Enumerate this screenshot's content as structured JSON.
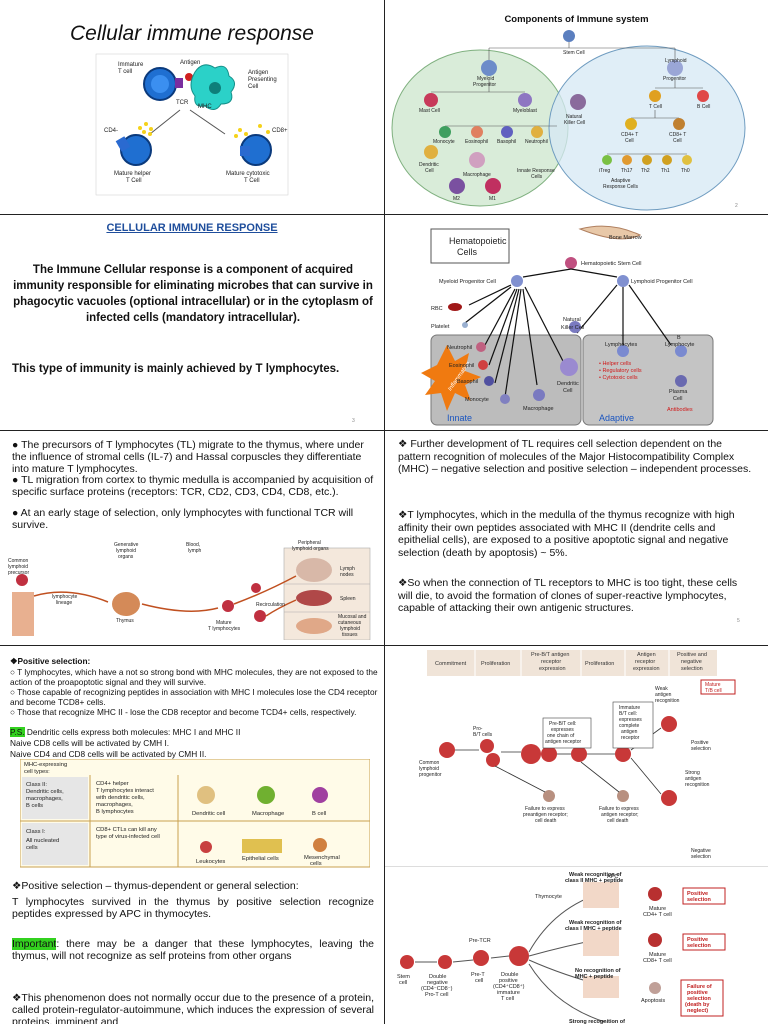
{
  "slide1": {
    "title": "Cellular immune response",
    "labels": {
      "immature": "Immature\nT cell",
      "antigen": "Antigen",
      "apc": "Antigen\nPresenting\nCell",
      "tcr": "TCR",
      "mhc": "MHC",
      "cd4": "CD4",
      "cd8": "CD8+",
      "helper": "Mature helper\nT Cell",
      "cytotoxic": "Mature cytotoxic\nT Cell"
    }
  },
  "slide2": {
    "title": "Components of Immune system",
    "labels": {
      "stem": "Stem Cell",
      "myeloid": "Myeloid\nProgenitor",
      "lymphoid": "Lymphoid\nProgenitor",
      "mast": "Mast Cell",
      "myeloblast": "Myeloblast",
      "nk": "Natural\nKiller Cell",
      "tcell": "T Cell",
      "bcell": "B Cell",
      "monocyte": "Monocyte",
      "eosinophil": "Eosinophil",
      "basophil": "Basophil",
      "neutrophil": "Neutrophil",
      "cd4t": "CD4+ T\nCell",
      "cd8t": "CD8+ T\nCell",
      "dendritic": "Dendritic\nCell",
      "macrophage": "Macrophage",
      "innate": "Innate Response\nCells",
      "itreg": "iTreg",
      "th17": "Th17",
      "th2": "Th2",
      "th1": "Th1",
      "th0": "Th0",
      "adaptive": "Adaptive\nResponse Cells",
      "m2": "M2",
      "m1": "M1"
    }
  },
  "slide3": {
    "heading": "CELLULAR IMMUNE RESPONSE",
    "para1": "The Immune Cellular response is a component of acquired immunity responsible for eliminating microbes that can survive in phagocytic vacuoles (optional intracellular) or in the cytoplasm of infected cells (mandatory intracellular).",
    "para2": "This type of immunity is mainly achieved by T lymphocytes."
  },
  "slide4": {
    "hemato": "Hematopoietic\nCells",
    "bone_marrow": "Bone Marrow",
    "stem": "Hematopoietic Stem Cell",
    "myeloid": "Myeloid Progenitor  Cell",
    "lymphoid": "Lymphoid Progenitor Cell",
    "rbc": "RBC",
    "platelet": "Platelet",
    "nk": "Natural\nKiller Cell",
    "neutrophil": "Neutrophil",
    "eosinophil": "Eosinophil",
    "basophil": "Basophil",
    "monocyte": "Monocyte",
    "dendritic": "Dendritic\nCell",
    "macrophage": "Macrophage",
    "t_lymph": "T\nLymphocytes",
    "b_lymph": "B\nLymphocyte",
    "t_subsets": [
      "Helper cells",
      "Regulatory cells",
      "Cytotoxic cells"
    ],
    "plasma": "Plasma\nCell",
    "antibodies": "Antibodies",
    "innate": "Innate",
    "adaptive": "Adaptive",
    "inflammation": "Inflammation"
  },
  "slide5": {
    "bullets": [
      "● The precursors of T lymphocytes (TL) migrate to the thymus, where under the influence of stromal cells (IL-7) and Hassal corpuscles they differentiate into mature T lymphocytes.",
      "● TL migration from cortex to thymic medulla is accompanied by acquisition of specific surface proteins (receptors: TCR, CD2, CD3, CD4, CD8, etc.).",
      "● At an early stage of selection, only lymphocytes with functional TCR will survive."
    ],
    "diagram": {
      "common": "Common\nlymphoid\nprecursor",
      "lineage": "lymphocyte\nlineage",
      "generative": "Generative\nlymphoid\norgans",
      "blood": "Blood,\nlymph",
      "peripheral": "Peripheral\nlymphoid organs",
      "thymus": "Thymus",
      "mature": "Mature\nT lymphocytes",
      "recirculation": "Recirculation",
      "lymph_nodes": "Lymph\nnodes",
      "spleen": "Spleen",
      "mucosal": "Mucosal and\ncutaneous\nlymphoid\ntissues"
    }
  },
  "slide6": {
    "p1": "❖ Further development of TL requires cell selection dependent on the pattern recognition of molecules of the Major Histocompatibility Complex (MHC) – negative selection and positive selection – independent processes.",
    "p2": "❖T lymphocytes, which in the medulla of the thymus recognize with high affinity their own peptides associated with MHC II (dendrite cells and epithelial cells), are exposed to a positive apoptotic signal and negative selection (death by apoptosis) ~ 5%.",
    "p3": "❖So when the connection of TL receptors to MHC is too tight, these cells will die, to avoid the formation of clones of super-reactive lymphocytes, capable of attacking their own antigenic structures."
  },
  "slide7": {
    "l1": "❖Positive selection:",
    "l2": "○ T lymphocytes, which have a not so strong bond with MHC molecules, they are not exposed to the action of the proapoptotic signal and they will survive.",
    "l3": "○  Those capable of recognizing peptides in association with MHC I molecules lose the CD4 receptor and become TCD8+ cells.",
    "l4": "○  Those that recognize MHC II - lose the CD8 receptor and become TCD4+ cells, respectively.",
    "ps_prefix": "P.S.",
    "ps_text": " Dendritic cells express both molecules: MHC I and MHC II",
    "l6": "Naive CD8 cells will be activated by CMH I.",
    "l7": "Naive CD4 and CD8 cells will be activated by CMH II.",
    "table": {
      "header": "MHC-expressing\ncell types:",
      "class2": "Class II:\nDendritic cells,\nmacrophages,\nB cells",
      "class2_desc": "CD4+ helper\nT lymphocytes interact\nwith dendritic cells,\nmacrophages,\nB lymphocytes",
      "class1": "Class I:\nAll nucleated\ncells",
      "class1_desc": "CD8+ CTLs can kill any\ntype of virus-infected cell",
      "dendritic": "Dendritic cell",
      "macrophage": "Macrophage",
      "bcell": "B cell",
      "leukocytes": "Leukocytes",
      "epithelial": "Epithelial cells",
      "mesenchymal": "Mesenchymal\ncells"
    },
    "p_sel": "❖Positive selection – thymus-dependent or general selection:",
    "p_surv": "T lymphocytes survived in the thymus by positive selection recognize peptides expressed by APC in thymocytes.",
    "important": "Important",
    "important_text": ": there may be a danger that these lymphocytes, leaving the thymus, will not recognize as self proteins from other organs",
    "last": "❖This phenomenon does not normally occur due to the presence of a protein, called protein-regulator-autoimmune, which induces the expression of several proteins, imminent and"
  },
  "slide8": {
    "headers": [
      "Commitment",
      "Proliferation",
      "Pre-B/T antigen\nreceptor\nexpression",
      "Proliferation",
      "Antigen\nreceptor\nexpression",
      "Positive and\nnegative\nselection"
    ],
    "common": "Common\nlymphoid\nprogenitor",
    "pro": "Pro-\nB/T cells",
    "pre_box": "Pre-B/T cell:\nexpresses\none chain of\nantigen receptor",
    "imm_box": "Immature\nB/T cell:\nexpresses\ncomplete\nantigen\nreceptor",
    "weak": "Weak\nantigen\nrecognition",
    "mature": "Mature\nT/B cell",
    "positive": "Positive\nselection",
    "strong": "Strong\nantigen\nrecognition",
    "negative": "Negative\nselection",
    "fail1": "Failure to express\npreantigen receptor;\ncell death",
    "fail2": "Failure to express\nantigen receptor;\ncell death",
    "lower": {
      "weak2": "Weak recognition of\nclass II MHC + peptide",
      "thymocyte": "Thymocyte",
      "apc": "APC",
      "pos1": "Positive\nselection",
      "cd4": "Mature\nCD4+ T cell",
      "weak1": "Weak recognition of\nclass I MHC + peptide",
      "pos2": "Positive\nselection",
      "cd8": "Mature\nCD8+ T cell",
      "pretcr": "Pre-TCR",
      "stem": "Stem\ncell",
      "dn": "Double\nnegative\n(CD4⁻CD8⁻)\nPro-T cell",
      "pret": "Pre-T\ncell",
      "dp": "Double\npositive\n(CD4⁺CD8⁺)\nimmature\nT cell",
      "norec": "No recognition of\nMHC + peptide",
      "apoptosis": "Apoptosis",
      "fail": "Failure of\npositive\nselection\n(death by\nneglect)",
      "strong": "Strong recognition of"
    }
  }
}
